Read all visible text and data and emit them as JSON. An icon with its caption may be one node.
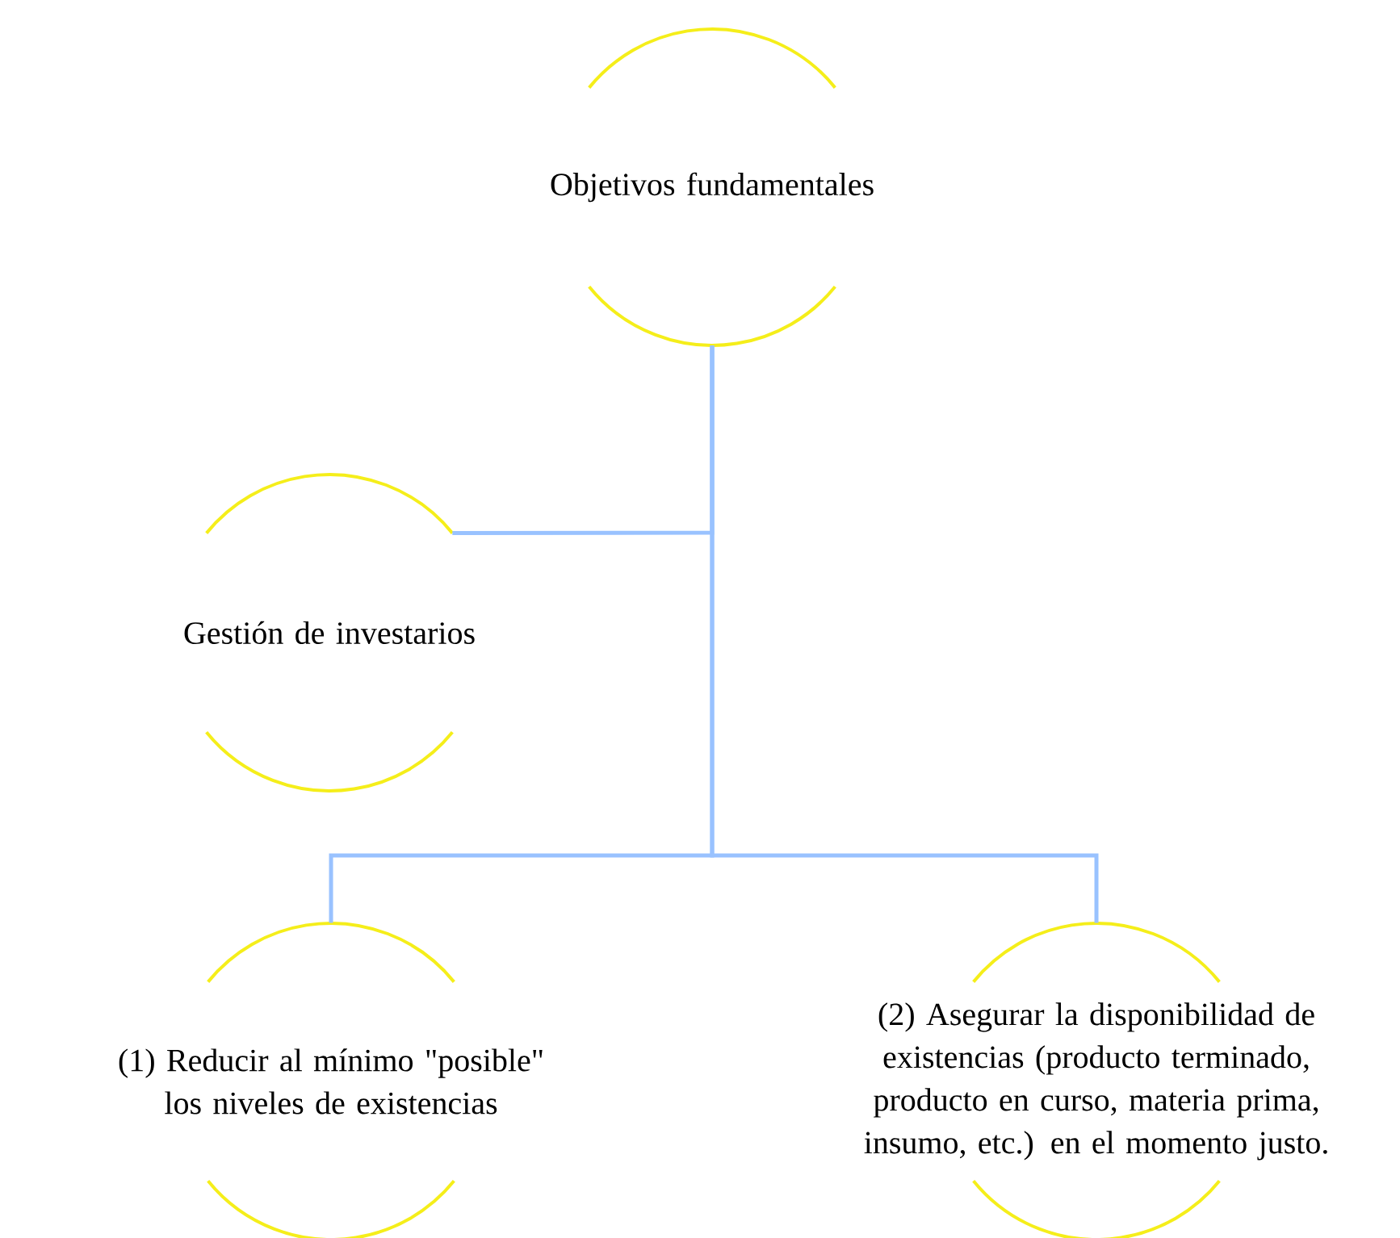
{
  "diagram": {
    "nodes": [
      {
        "text": [
          "Objetivos fundamentales"
        ]
      },
      {
        "text": [
          "Gestión de investarios"
        ]
      },
      {
        "text": [
          "(1) Reducir al mínimo \"posible\" los niveles de existencias"
        ]
      },
      {
        "text": [
          "(2) Asegurar la disponibilidad de existencias (producto terminado, producto en curso, materia prima, insumo, etc.) en el momento justo."
        ]
      }
    ],
    "edges": [
      {
        "from": 0,
        "to": 1,
        "arrow": "none"
      },
      {
        "from": 0,
        "to": 2,
        "arrow": "none"
      },
      {
        "from": 0,
        "to": 3,
        "arrow": "none"
      }
    ]
  }
}
